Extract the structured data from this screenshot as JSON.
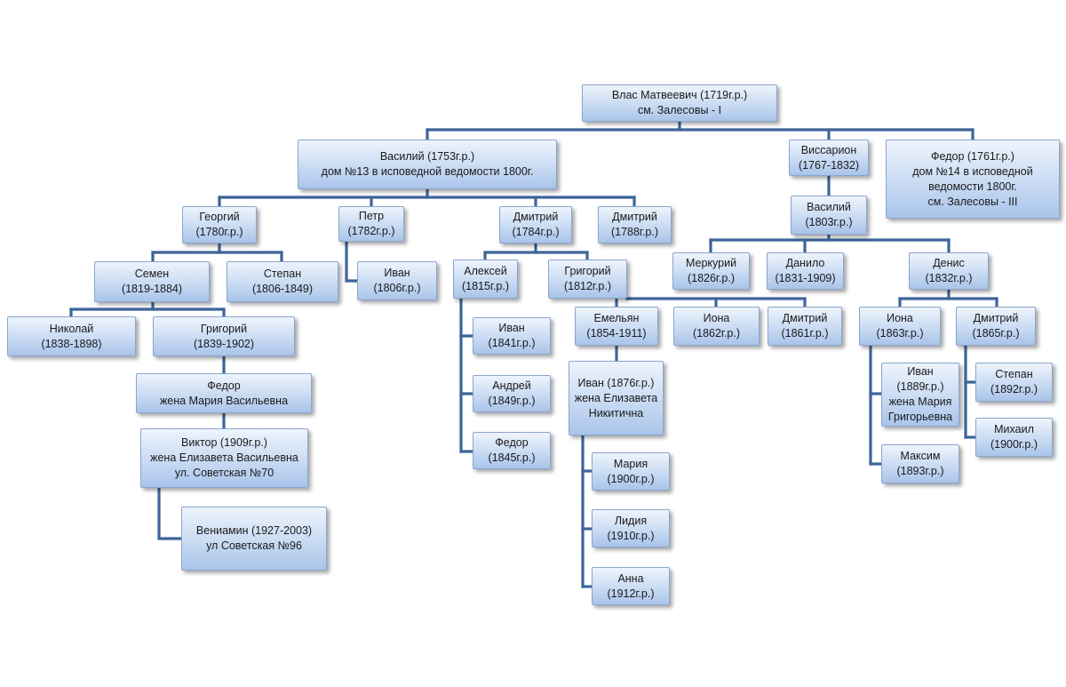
{
  "nodes": {
    "vlas": [
      "Влас Матвеевич (1719г.р.)",
      "см. Залесовы - I"
    ],
    "vasiliy": [
      "Василий (1753г.р.)",
      "дом №13 в исповедной ведомости 1800г."
    ],
    "vissarion": [
      "Виссарион",
      "(1767-1832)"
    ],
    "fedor_top": [
      "Федор (1761г.р.)",
      "дом №14 в исповедной",
      "ведомости 1800г.",
      "см. Залесовы - III"
    ],
    "georgiy": [
      "Георгий",
      "(1780г.р.)"
    ],
    "petr": [
      "Петр",
      "(1782г.р.)"
    ],
    "dmitriy_1784": [
      "Дмитрий",
      "(1784г.р.)"
    ],
    "dmitriy_1788": [
      "Дмитрий",
      "(1788г.р.)"
    ],
    "vasiliy_1803": [
      "Василий",
      "(1803г.р.)"
    ],
    "semen": [
      "Семен",
      "(1819-1884)"
    ],
    "stepan_1806": [
      "Степан",
      "(1806-1849)"
    ],
    "ivan_1806": [
      "Иван",
      "(1806г.р.)"
    ],
    "aleksey": [
      "Алексей",
      "(1815г.р.)"
    ],
    "grigoriy_1812": [
      "Григорий",
      "(1812г.р.)"
    ],
    "merkuriy": [
      "Меркурий",
      "(1826г.р.)"
    ],
    "danilo": [
      "Данило",
      "(1831-1909)"
    ],
    "denis": [
      "Денис",
      "(1832г.р.)"
    ],
    "nikolay": [
      "Николай",
      "(1838-1898)"
    ],
    "grigoriy_1839": [
      "Григорий",
      "(1839-1902)"
    ],
    "ivan_1841": [
      "Иван",
      "(1841г.р.)"
    ],
    "andrey": [
      "Андрей",
      "(1849г.р.)"
    ],
    "fedor_1845": [
      "Федор",
      "(1845г.р.)"
    ],
    "emelyan": [
      "Емельян",
      "(1854-1911)"
    ],
    "iona_1862": [
      "Иона",
      "(1862г.р.)"
    ],
    "dmitriy_1861": [
      "Дмитрий",
      "(1861г.р.)"
    ],
    "iona_1863": [
      "Иона",
      "(1863г.р.)"
    ],
    "dmitriy_1865": [
      "Дмитрий",
      "(1865г.р.)"
    ],
    "fedor_wife": [
      "Федор",
      "жена Мария Васильевна"
    ],
    "ivan_1876": [
      "Иван (1876г.р.)",
      "жена Елизавета",
      "Никитична"
    ],
    "ivan_1889": [
      "Иван",
      "(1889г.р.)",
      "жена Мария",
      "Григорьевна"
    ],
    "maksim": [
      "Максим",
      "(1893г.р.)"
    ],
    "stepan_1892": [
      "Степан",
      "(1892г.р.)"
    ],
    "mikhail": [
      "Михаил",
      "(1900г.р.)"
    ],
    "viktor": [
      "Виктор (1909г.р.)",
      "жена Елизавета Васильевна",
      "ул. Советская №70"
    ],
    "veniamin": [
      "Вениамин (1927-2003)",
      "ул Советская №96"
    ],
    "mariya": [
      "Мария",
      "(1900г.р.)"
    ],
    "lidiya": [
      "Лидия",
      "(1910г.р.)"
    ],
    "anna": [
      "Анна",
      "(1912г.р.)"
    ]
  }
}
